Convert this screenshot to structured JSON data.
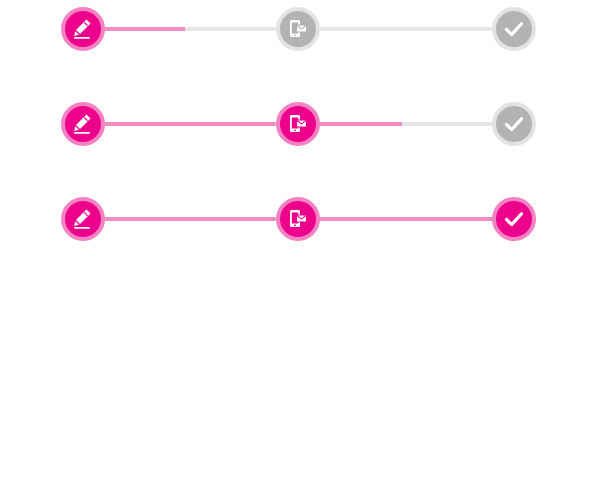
{
  "colors": {
    "accent": "#ec008c",
    "accent_ring": "#f282c2",
    "progress_fill": "#ef8cc4",
    "track": "#e6e6e6",
    "pending": "#b3b3b3",
    "pending_ring": "#e3e3e3"
  },
  "steppers": [
    {
      "steps": [
        {
          "icon": "edit-pencil-icon",
          "state": "done"
        },
        {
          "icon": "phone-message-icon",
          "state": "pending"
        },
        {
          "icon": "checkmark-icon",
          "state": "pending"
        }
      ],
      "progress": [
        0.47,
        0.0
      ]
    },
    {
      "steps": [
        {
          "icon": "edit-pencil-icon",
          "state": "done"
        },
        {
          "icon": "phone-message-icon",
          "state": "active"
        },
        {
          "icon": "checkmark-icon",
          "state": "pending"
        }
      ],
      "progress": [
        1.0,
        0.48
      ]
    },
    {
      "steps": [
        {
          "icon": "edit-pencil-icon",
          "state": "done"
        },
        {
          "icon": "phone-message-icon",
          "state": "done"
        },
        {
          "icon": "checkmark-icon",
          "state": "done"
        }
      ],
      "progress": [
        1.0,
        1.0
      ]
    }
  ]
}
